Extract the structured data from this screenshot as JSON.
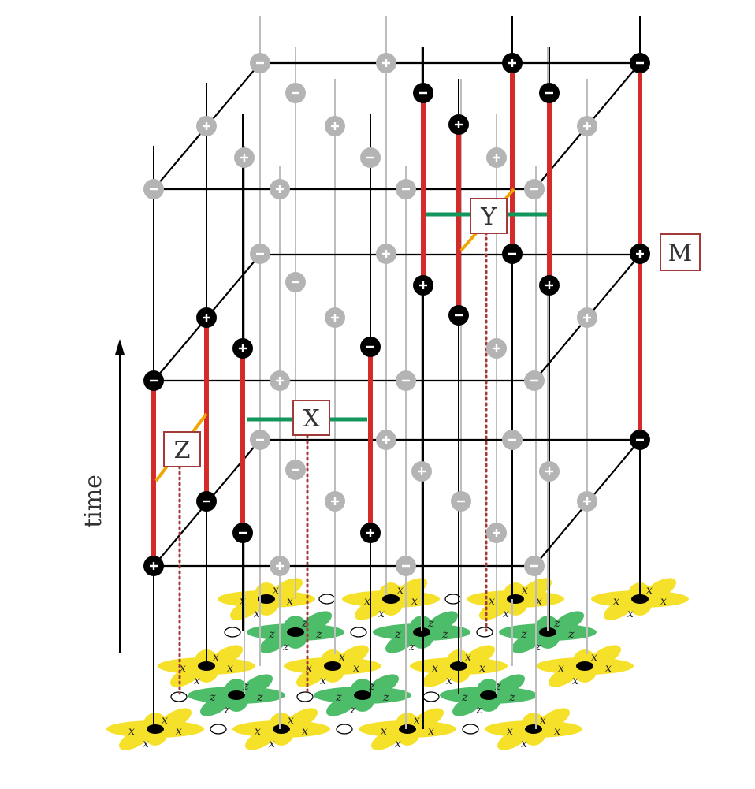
{
  "labels": {
    "M": "M",
    "X": "X",
    "Y": "Y",
    "Z": "Z",
    "time": "time",
    "plus": "+",
    "minus": "−",
    "x": "x",
    "z": "z"
  },
  "colors": {
    "frame": "#000000",
    "grid": "#bdbdbd",
    "error_chain": "#d42a2a",
    "measurement_error": "#13965b",
    "z_error": "#f0a500",
    "x_plaquette": "#f5e02a",
    "z_plaquette": "#4dbd6a",
    "label_border": "#a33a3a",
    "dotted": "#a33a3a"
  }
}
